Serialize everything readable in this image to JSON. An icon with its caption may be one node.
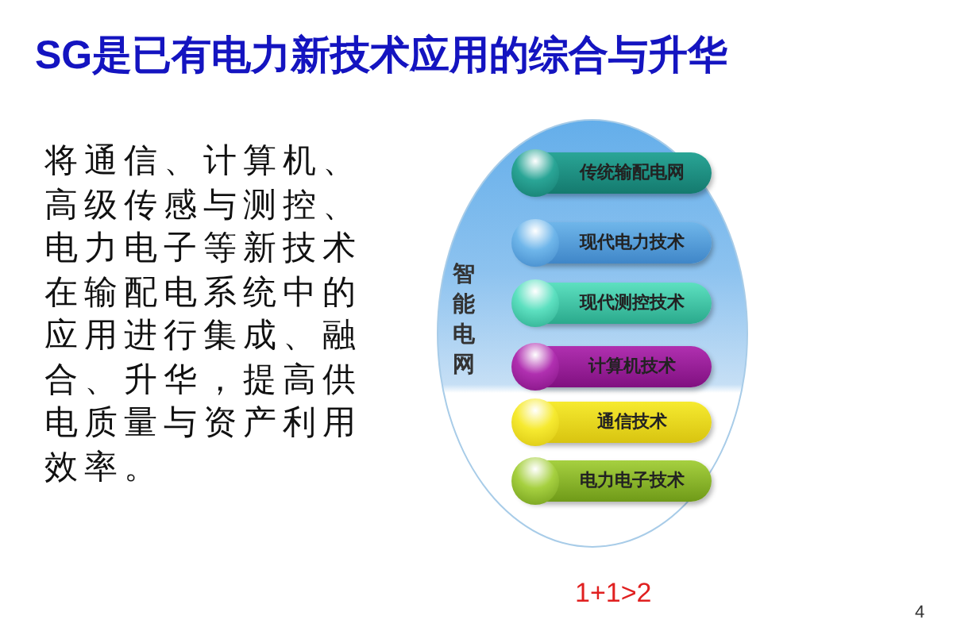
{
  "diagram": {
    "title": "SG是已有电力新技术应用的综合与升华",
    "nodes": [
      {
        "text": [
          "智能电网"
        ]
      },
      {
        "text": [
          "传统输配电网"
        ],
        "in": 0
      },
      {
        "text": [
          "现代电力技术"
        ],
        "in": 0
      },
      {
        "text": [
          "现代测控技术"
        ],
        "in": 0
      },
      {
        "text": [
          "计算机技术"
        ],
        "in": 0
      },
      {
        "text": [
          "通信技术"
        ],
        "in": 0
      },
      {
        "text": [
          "电力电子技术"
        ],
        "in": 0
      }
    ],
    "edges": [],
    "labels": [
      "将通信、计算机、高级传感与测控、电力电子等新技术在输配电系统中的应用进行集成、融合、升华，提高供电质量与资产利用效率。",
      "1+1>2",
      "4"
    ]
  }
}
